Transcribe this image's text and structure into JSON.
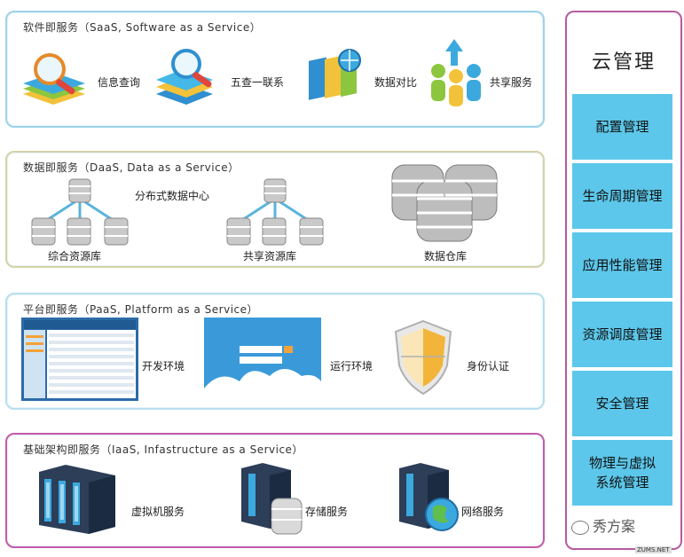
{
  "saas": {
    "title": "软件即服务（SaaS, Software as a Service）",
    "items": [
      {
        "label": "信息查询",
        "icon": "magnifier-books-icon"
      },
      {
        "label": "五查一联系",
        "icon": "magnifier-stack-icon"
      },
      {
        "label": "数据对比",
        "icon": "folders-globe-icon"
      },
      {
        "label": "共享服务",
        "icon": "people-share-icon"
      }
    ]
  },
  "daas": {
    "title": "数据即服务（DaaS, Data as a Service）",
    "center_label": "分布式数据中心",
    "items": [
      {
        "label": "综合资源库",
        "icon": "database-tree-icon"
      },
      {
        "label": "共享资源库",
        "icon": "database-tree-icon"
      },
      {
        "label": "数据仓库",
        "icon": "database-stack-icon"
      }
    ]
  },
  "paas": {
    "title": "平台即服务（PaaS, Platform as a Service）",
    "items": [
      {
        "label": "开发环境",
        "icon": "ide-screenshot-icon"
      },
      {
        "label": "运行环境",
        "icon": "cloud-login-icon"
      },
      {
        "label": "身份认证",
        "icon": "shield-icon"
      }
    ]
  },
  "iaas": {
    "title": "基础架构即服务（IaaS, Infastructure as a Service）",
    "items": [
      {
        "label": "虚拟机服务",
        "icon": "server-rack-icon"
      },
      {
        "label": "存储服务",
        "icon": "server-storage-icon"
      },
      {
        "label": "网络服务",
        "icon": "server-globe-icon"
      }
    ]
  },
  "cloud_management": {
    "title": "云管理",
    "items": [
      "配置管理",
      "生命周期管理",
      "应用性能管理",
      "资源调度管理",
      "安全管理",
      "物理与虚拟系统管理"
    ]
  },
  "watermark": {
    "text": "秀方案",
    "small": "ZUMS.NET"
  },
  "colors": {
    "sidebar_item": "#5cc7ea",
    "sidebar_border": "#b55aa0",
    "saas_border": "#9ed3e8",
    "iaas_border": "#c55aa9"
  }
}
